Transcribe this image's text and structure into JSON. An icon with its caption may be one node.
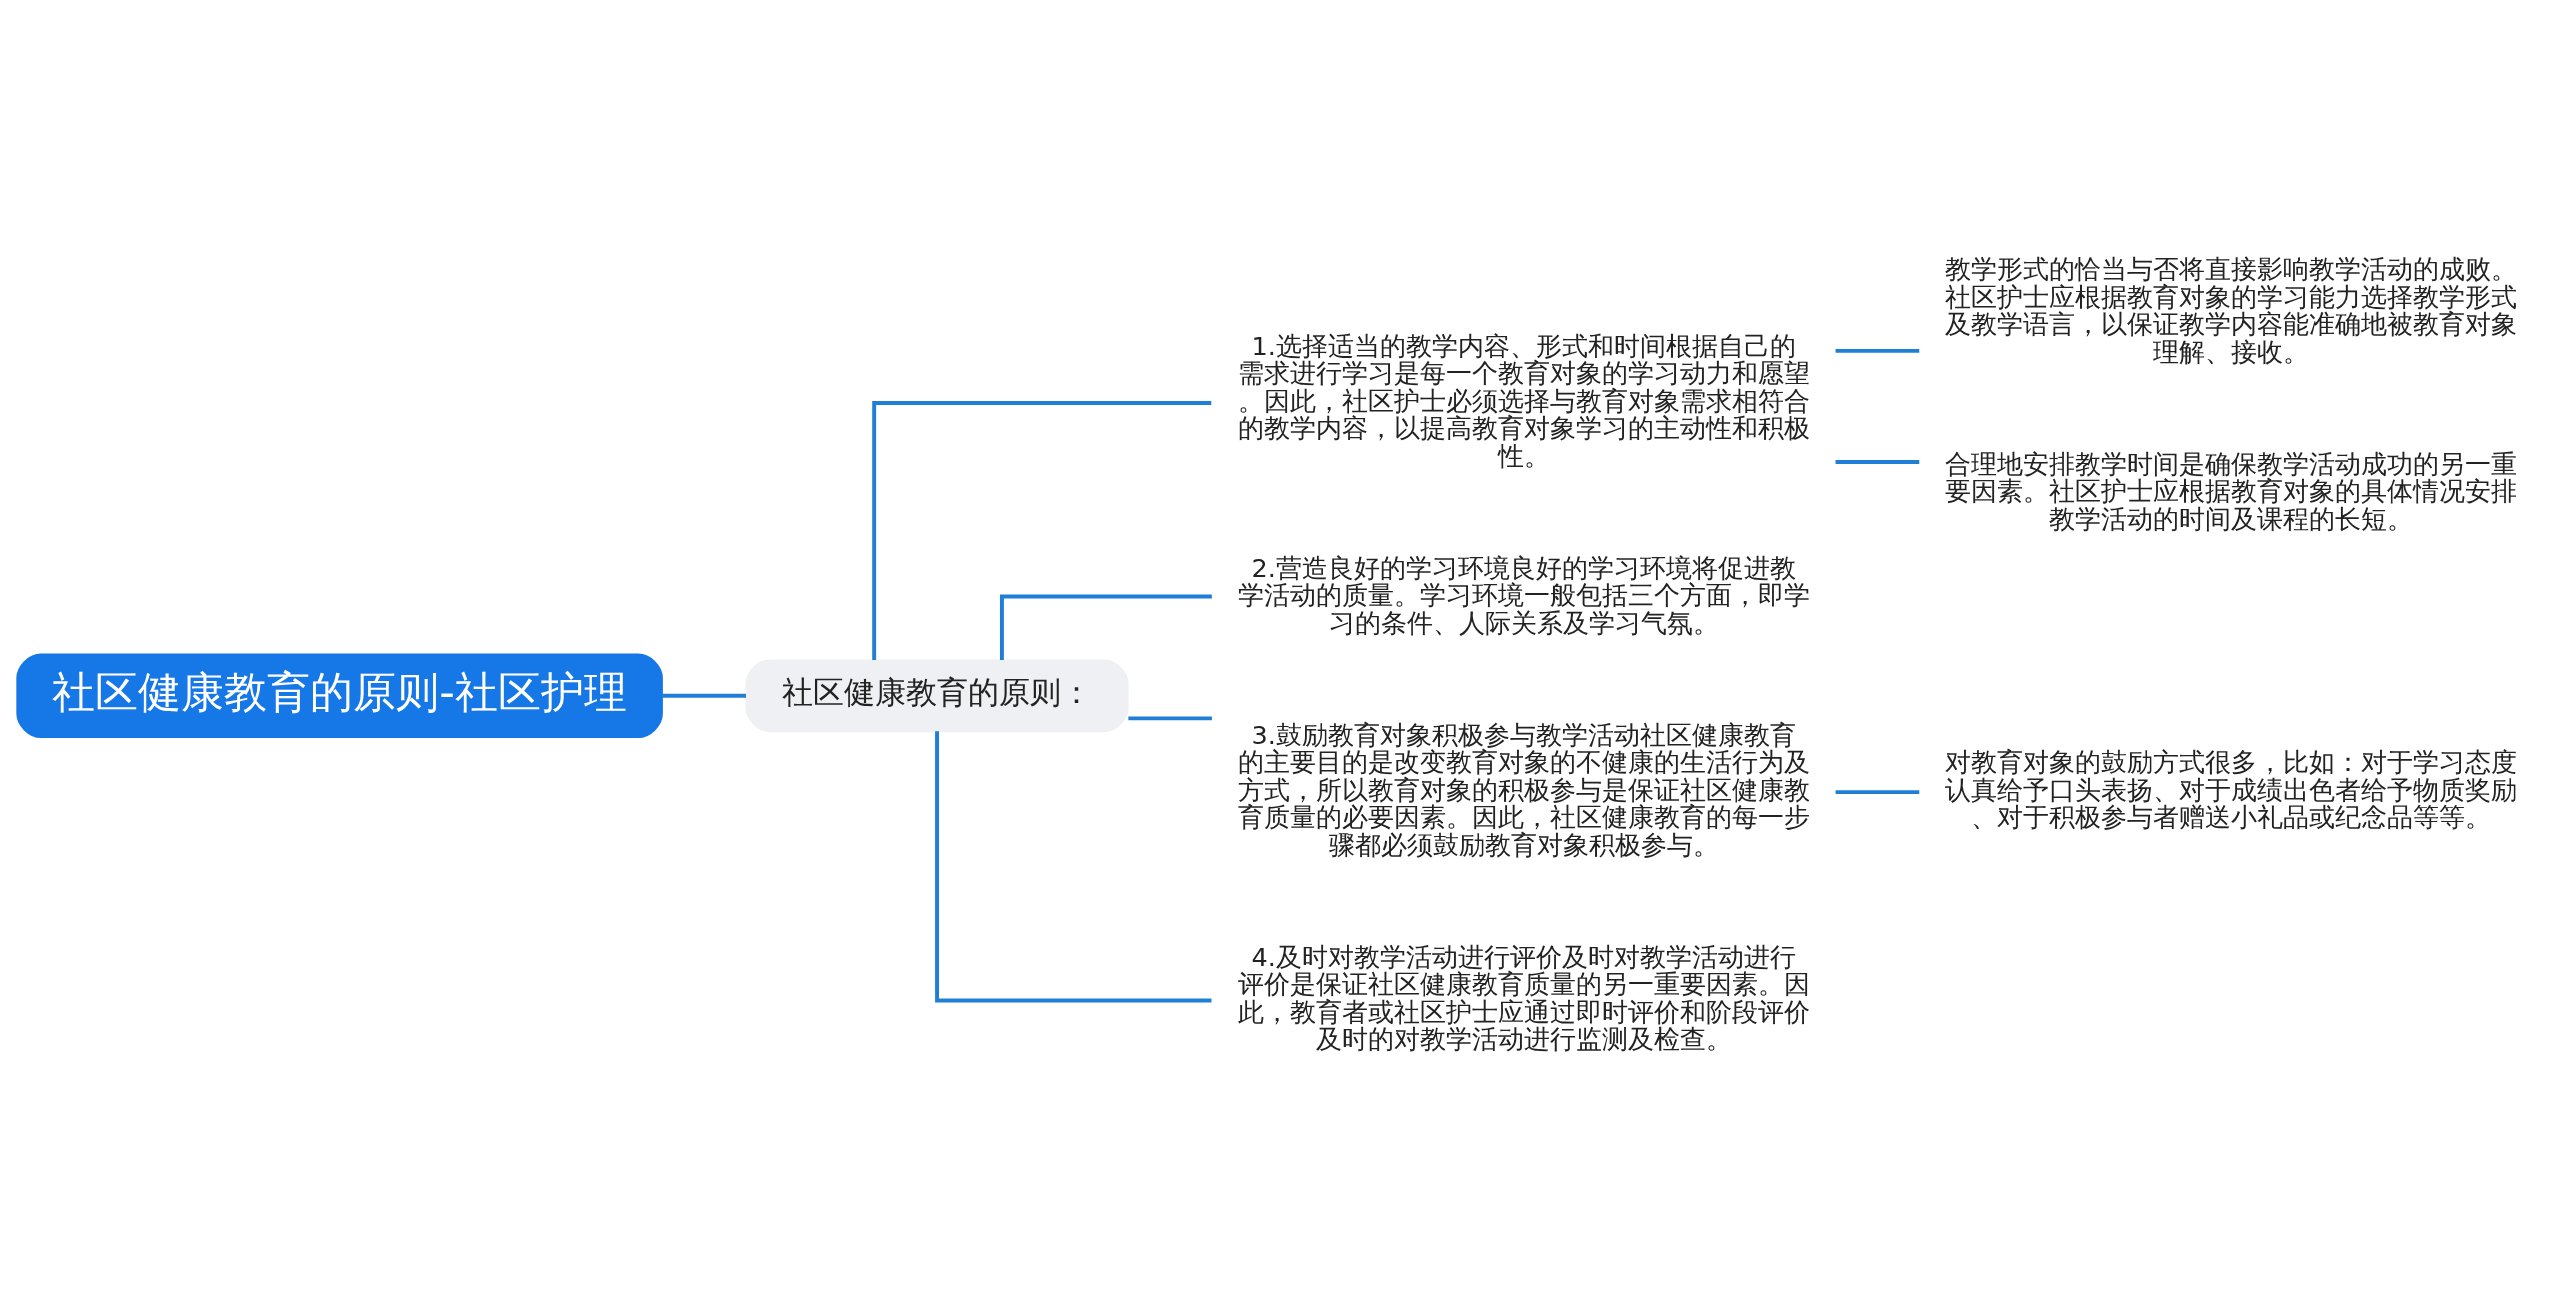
{
  "diagram": {
    "nodes": [
      {
        "text": [
          "社区健康教育的原则-社区护理"
        ]
      },
      {
        "text": [
          "社区健康教育的原则："
        ]
      },
      {
        "text": [
          "1.选择适当的教学内容、形式和时间根据自己的需求进行学习是每一个教育对象的学习动力和愿望。因此，社区护士必须选择与教育对象需求相符合的教学内容，以提高教育对象学习的主动性和积极性。"
        ]
      },
      {
        "text": [
          "教学形式的恰当与否将直接影响教学活动的成败。社区护士应根据教育对象的学习能力选择教学形式及教学语言，以保证教学内容能准确地被教育对象理解、接收。"
        ]
      },
      {
        "text": [
          "合理地安排教学时间是确保教学活动成功的另一重要因素。社区护士应根据教育对象的具体情况安排教学活动的时间及课程的长短。"
        ]
      },
      {
        "text": [
          "2.营造良好的学习环境良好的学习环境将促进教学活动的质量。学习环境一般包括三个方面，即学习的条件、人际关系及学习气氛。"
        ]
      },
      {
        "text": [
          "3.鼓励教育对象积极参与教学活动社区健康教育的主要目的是改变教育对象的不健康的生活行为及方式，所以教育对象的积极参与是保证社区健康教育质量的必要因素。因此，社区健康教育的每一步骤都必须鼓励教育对象积极参与。"
        ]
      },
      {
        "text": [
          "对教育对象的鼓励方式很多，比如：对于学习态度认真给予口头表扬、对于成绩出色者给予物质奖励、对于积极参与者赠送小礼品或纪念品等等。"
        ]
      },
      {
        "text": [
          "4.及时对教学活动进行评价及时对教学活动进行评价是保证社区健康教育质量的另一重要因素。因此，教育者或社区护士应通过即时评价和阶段评价及时的对教学活动进行监测及检查。"
        ]
      }
    ],
    "edges": [
      {
        "from": 0,
        "to": 1,
        "arrow": "none"
      },
      {
        "from": 1,
        "to": 2,
        "arrow": "none"
      },
      {
        "from": 2,
        "to": 3,
        "arrow": "none"
      },
      {
        "from": 2,
        "to": 4,
        "arrow": "none"
      },
      {
        "from": 1,
        "to": 5,
        "arrow": "none"
      },
      {
        "from": 1,
        "to": 6,
        "arrow": "none"
      },
      {
        "from": 6,
        "to": 7,
        "arrow": "none"
      },
      {
        "from": 1,
        "to": 8,
        "arrow": "none"
      }
    ]
  }
}
